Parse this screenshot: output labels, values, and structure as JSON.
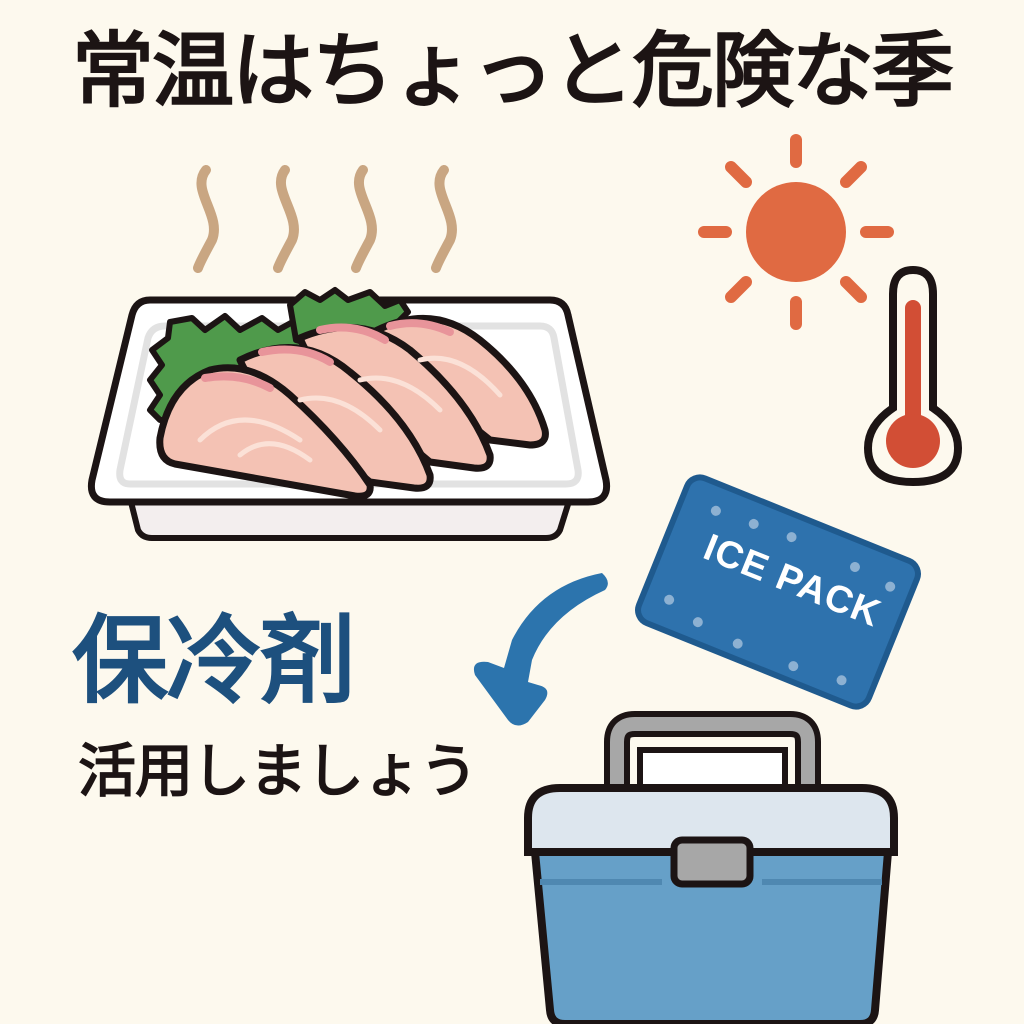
{
  "title": "常温はちょっと危険な季",
  "message": {
    "headline": "保冷剤",
    "subline": "活用しましょう"
  },
  "illustrations": {
    "sashimi_tray": {
      "slices": 4,
      "garnish": "shiso-leaf"
    },
    "steam_lines": 4,
    "sun": {
      "color": "#e06a42"
    },
    "thermometer": {
      "fill_color": "#d24e35"
    },
    "ice_pack": {
      "label": "ICE PACK",
      "color": "#2e72ad"
    },
    "arrow": {
      "color": "#2c74ad",
      "direction": "down-left"
    },
    "cooler_box": {
      "lid_color": "#dde6ee",
      "body_color": "#66a0c8",
      "handle_color": "#a7a7a7"
    }
  },
  "colors": {
    "background": "#fdf9ee",
    "title_text": "#1c1414",
    "headline_text": "#1d507e",
    "steam": "#c9a682"
  }
}
